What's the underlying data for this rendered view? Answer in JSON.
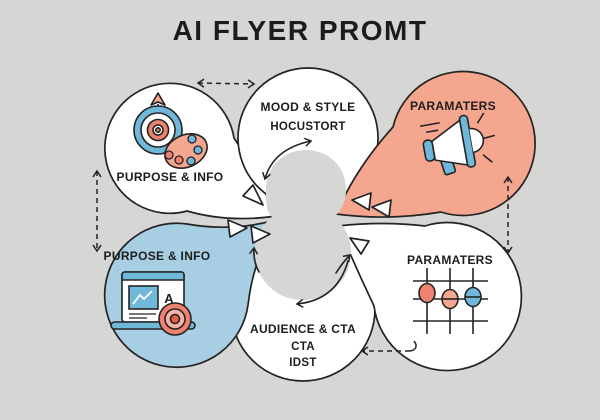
{
  "title": "AI FLYER PROMT",
  "colors": {
    "background": "#d6d6d4",
    "outline": "#232323",
    "bubble_white": "#ffffff",
    "bubble_salmon": "#f4a68f",
    "bubble_blue": "#a7cee2",
    "icon_blue": "#6fb8d9",
    "icon_red": "#ee8170",
    "icon_salmon": "#f4a68f"
  },
  "bubbles": {
    "purpose_top": {
      "label": "PURPOSE & INFO",
      "icon": "dartboard-palette-icon",
      "fill": "#ffffff"
    },
    "mood": {
      "label": "MOOD & STYLE",
      "subline": "HOCUSTORT",
      "fill": "#ffffff"
    },
    "params_top": {
      "label": "PARAMATERS",
      "icon": "megaphone-icon",
      "fill": "#f4a68f"
    },
    "purpose_left": {
      "label": "PURPOSE & INFO",
      "icon": "laptop-analytics-icon",
      "laptop_letter": "A",
      "fill": "#a7cee2"
    },
    "audience": {
      "label": "AUDIENCE & CTA",
      "subline": "CTA",
      "subline2": "IDST",
      "fill": "#ffffff"
    },
    "params_bottom": {
      "label": "PARAMATERS",
      "icon": "sliders-icon",
      "fill": "#ffffff"
    }
  }
}
